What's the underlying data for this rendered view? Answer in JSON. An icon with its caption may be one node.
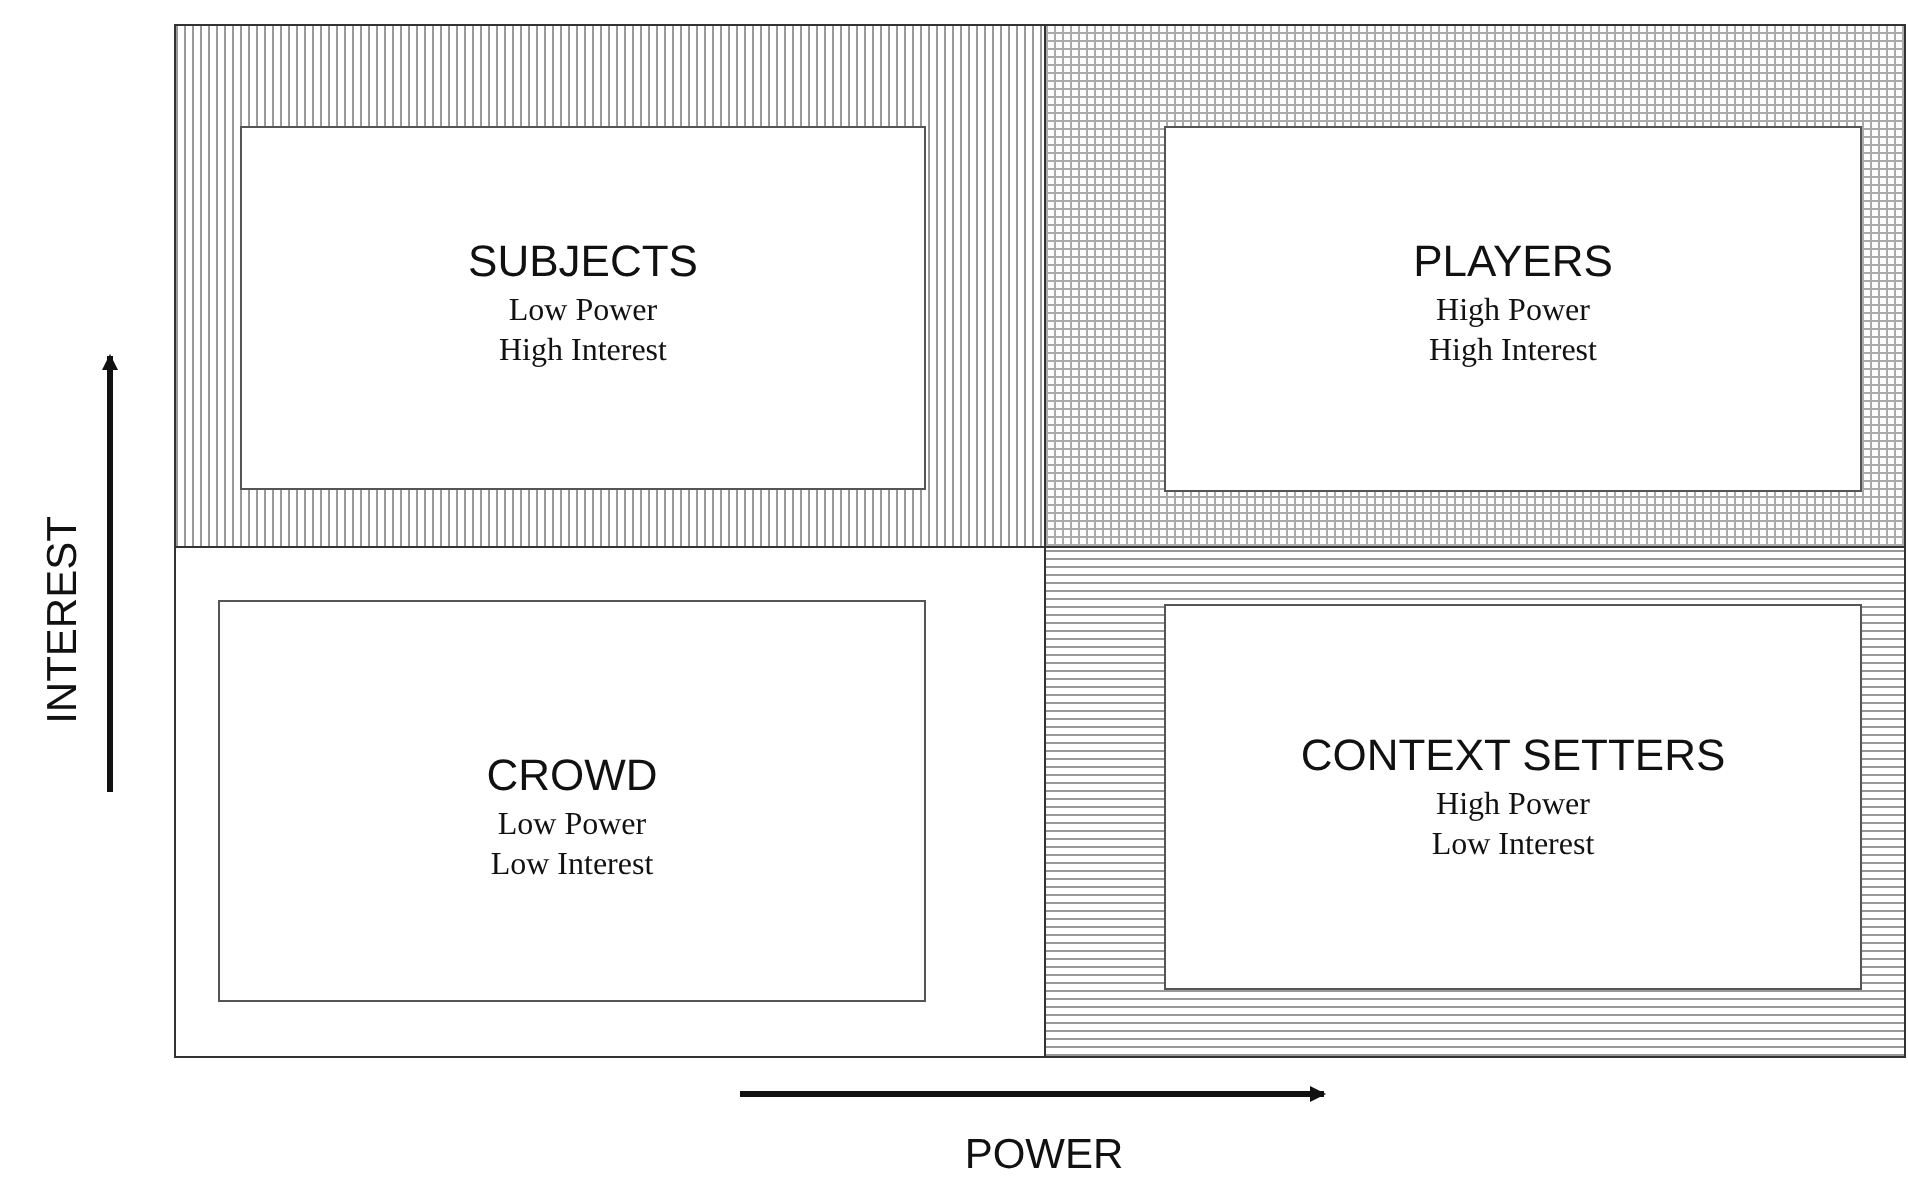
{
  "diagram": {
    "nodes": [
      {
        "text": [
          "SUBJECTS",
          "Low Power High Interest"
        ]
      },
      {
        "text": [
          "PLAYERS",
          "High Power High Interest"
        ]
      },
      {
        "text": [
          "CROWD",
          "Low Power Low Interest"
        ]
      },
      {
        "text": [
          "CONTEXT SETTERS",
          "High Power Low Interest"
        ]
      }
    ],
    "edges": [],
    "labels": [
      "INTEREST",
      "POWER"
    ]
  }
}
